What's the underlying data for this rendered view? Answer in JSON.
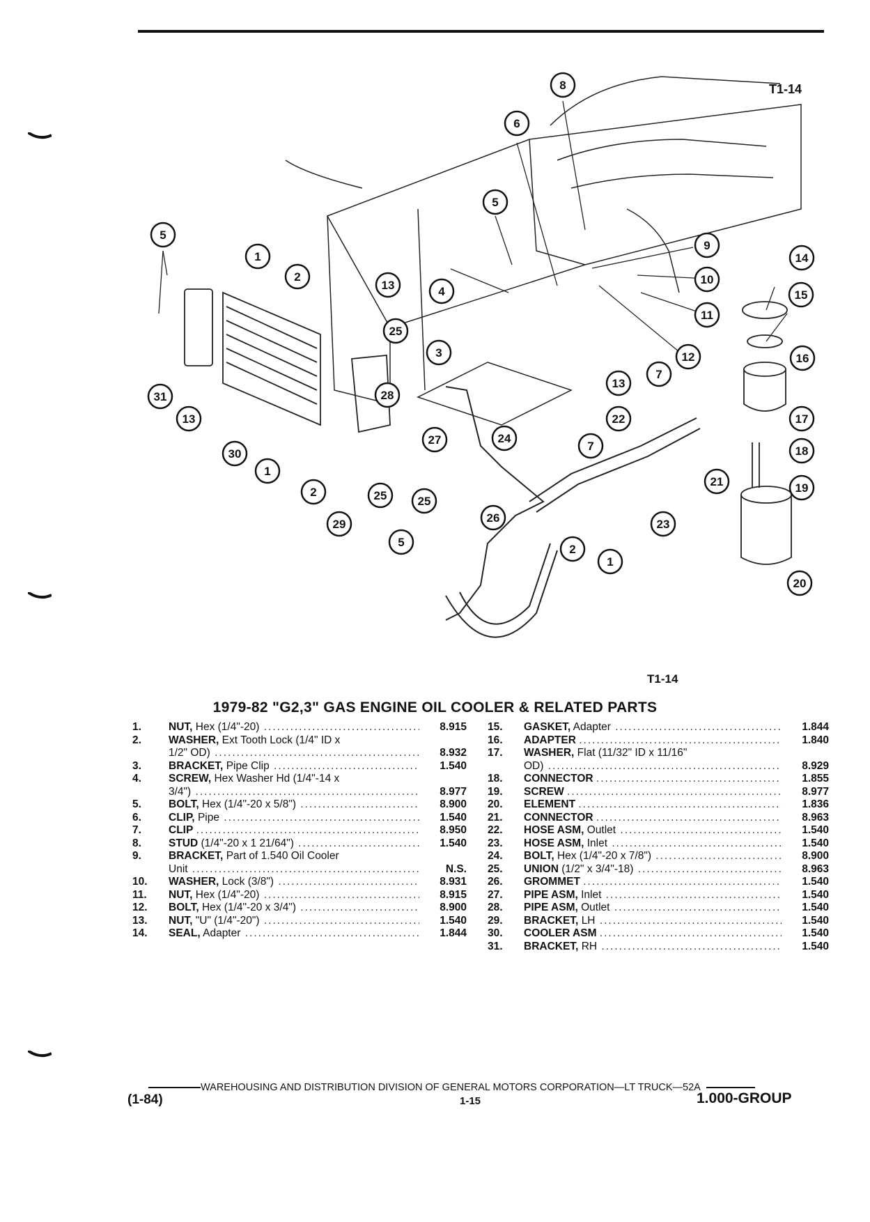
{
  "figure_label_top": "T1-14",
  "figure_label_bottom": "T1-14",
  "title": "1979-82 \"G2,3\" GAS ENGINE OIL COOLER & RELATED PARTS",
  "parts_left": [
    {
      "num": "1.",
      "name": "NUT,",
      "desc": "Hex (1/4\"-20)",
      "code": "8.915",
      "cont": ""
    },
    {
      "num": "2.",
      "name": "WASHER,",
      "desc": "Ext Tooth Lock (1/4\" ID x",
      "code": "",
      "cont": ""
    },
    {
      "num": "",
      "name": "",
      "desc": "1/2\" OD)",
      "code": "8.932",
      "cont": ""
    },
    {
      "num": "3.",
      "name": "BRACKET,",
      "desc": "Pipe Clip",
      "code": "1.540",
      "cont": ""
    },
    {
      "num": "4.",
      "name": "SCREW,",
      "desc": "Hex Washer Hd (1/4\"-14 x",
      "code": "",
      "cont": ""
    },
    {
      "num": "",
      "name": "",
      "desc": "3/4\")",
      "code": "8.977",
      "cont": ""
    },
    {
      "num": "5.",
      "name": "BOLT,",
      "desc": "Hex (1/4\"-20 x 5/8\")",
      "code": "8.900",
      "cont": ""
    },
    {
      "num": "6.",
      "name": "CLIP,",
      "desc": "Pipe",
      "code": "1.540",
      "cont": ""
    },
    {
      "num": "7.",
      "name": "CLIP",
      "desc": "",
      "code": "8.950",
      "cont": ""
    },
    {
      "num": "8.",
      "name": "STUD",
      "desc": "(1/4\"-20 x 1 21/64\")",
      "code": "1.540",
      "cont": ""
    },
    {
      "num": "9.",
      "name": "BRACKET,",
      "desc": "Part of 1.540 Oil Cooler",
      "code": "",
      "cont": ""
    },
    {
      "num": "",
      "name": "",
      "desc": "Unit",
      "code": "N.S.",
      "cont": ""
    },
    {
      "num": "10.",
      "name": "WASHER,",
      "desc": "Lock (3/8\")",
      "code": "8.931",
      "cont": ""
    },
    {
      "num": "11.",
      "name": "NUT,",
      "desc": "Hex (1/4\"-20)",
      "code": "8.915",
      "cont": ""
    },
    {
      "num": "12.",
      "name": "BOLT,",
      "desc": "Hex (1/4\"-20 x 3/4\")",
      "code": "8.900",
      "cont": ""
    },
    {
      "num": "13.",
      "name": "NUT,",
      "desc": "\"U\" (1/4\"-20\")",
      "code": "1.540",
      "cont": ""
    },
    {
      "num": "14.",
      "name": "SEAL,",
      "desc": "Adapter",
      "code": "1.844",
      "cont": ""
    }
  ],
  "parts_right": [
    {
      "num": "15.",
      "name": "GASKET,",
      "desc": "Adapter",
      "code": "1.844"
    },
    {
      "num": "16.",
      "name": "ADAPTER",
      "desc": "",
      "code": "1.840"
    },
    {
      "num": "17.",
      "name": "WASHER,",
      "desc": "Flat (11/32\" ID x 11/16\"",
      "code": ""
    },
    {
      "num": "",
      "name": "",
      "desc": "OD)",
      "code": "8.929"
    },
    {
      "num": "18.",
      "name": "CONNECTOR",
      "desc": "",
      "code": "1.855"
    },
    {
      "num": "19.",
      "name": "SCREW",
      "desc": "",
      "code": "8.977"
    },
    {
      "num": "20.",
      "name": "ELEMENT",
      "desc": "",
      "code": "1.836"
    },
    {
      "num": "21.",
      "name": "CONNECTOR",
      "desc": "",
      "code": "8.963"
    },
    {
      "num": "22.",
      "name": "HOSE ASM,",
      "desc": "Outlet",
      "code": "1.540"
    },
    {
      "num": "23.",
      "name": "HOSE ASM,",
      "desc": "Inlet",
      "code": "1.540"
    },
    {
      "num": "24.",
      "name": "BOLT,",
      "desc": "Hex (1/4\"-20 x 7/8\")",
      "code": "8.900"
    },
    {
      "num": "25.",
      "name": "UNION",
      "desc": "(1/2\" x 3/4\"-18)",
      "code": "8.963"
    },
    {
      "num": "26.",
      "name": "GROMMET",
      "desc": "",
      "code": "1.540"
    },
    {
      "num": "27.",
      "name": "PIPE ASM,",
      "desc": "Inlet",
      "code": "1.540"
    },
    {
      "num": "28.",
      "name": "PIPE ASM,",
      "desc": "Outlet",
      "code": "1.540"
    },
    {
      "num": "29.",
      "name": "BRACKET,",
      "desc": "LH",
      "code": "1.540"
    },
    {
      "num": "30.",
      "name": "COOLER ASM",
      "desc": "",
      "code": "1.540"
    },
    {
      "num": "31.",
      "name": "BRACKET,",
      "desc": "RH",
      "code": "1.540"
    }
  ],
  "callouts": [
    "1",
    "2",
    "3",
    "4",
    "5",
    "6",
    "7",
    "8",
    "9",
    "10",
    "11",
    "12",
    "13",
    "14",
    "15",
    "16",
    "17",
    "18",
    "19",
    "20",
    "21",
    "22",
    "23",
    "24",
    "25",
    "26",
    "27",
    "28",
    "29",
    "30",
    "31"
  ],
  "footer": {
    "division": "WAREHOUSING AND DISTRIBUTION DIVISION OF GENERAL MOTORS CORPORATION—LT TRUCK—52A",
    "date": "(1-84)",
    "page": "1-15",
    "group": "1.000-GROUP"
  }
}
